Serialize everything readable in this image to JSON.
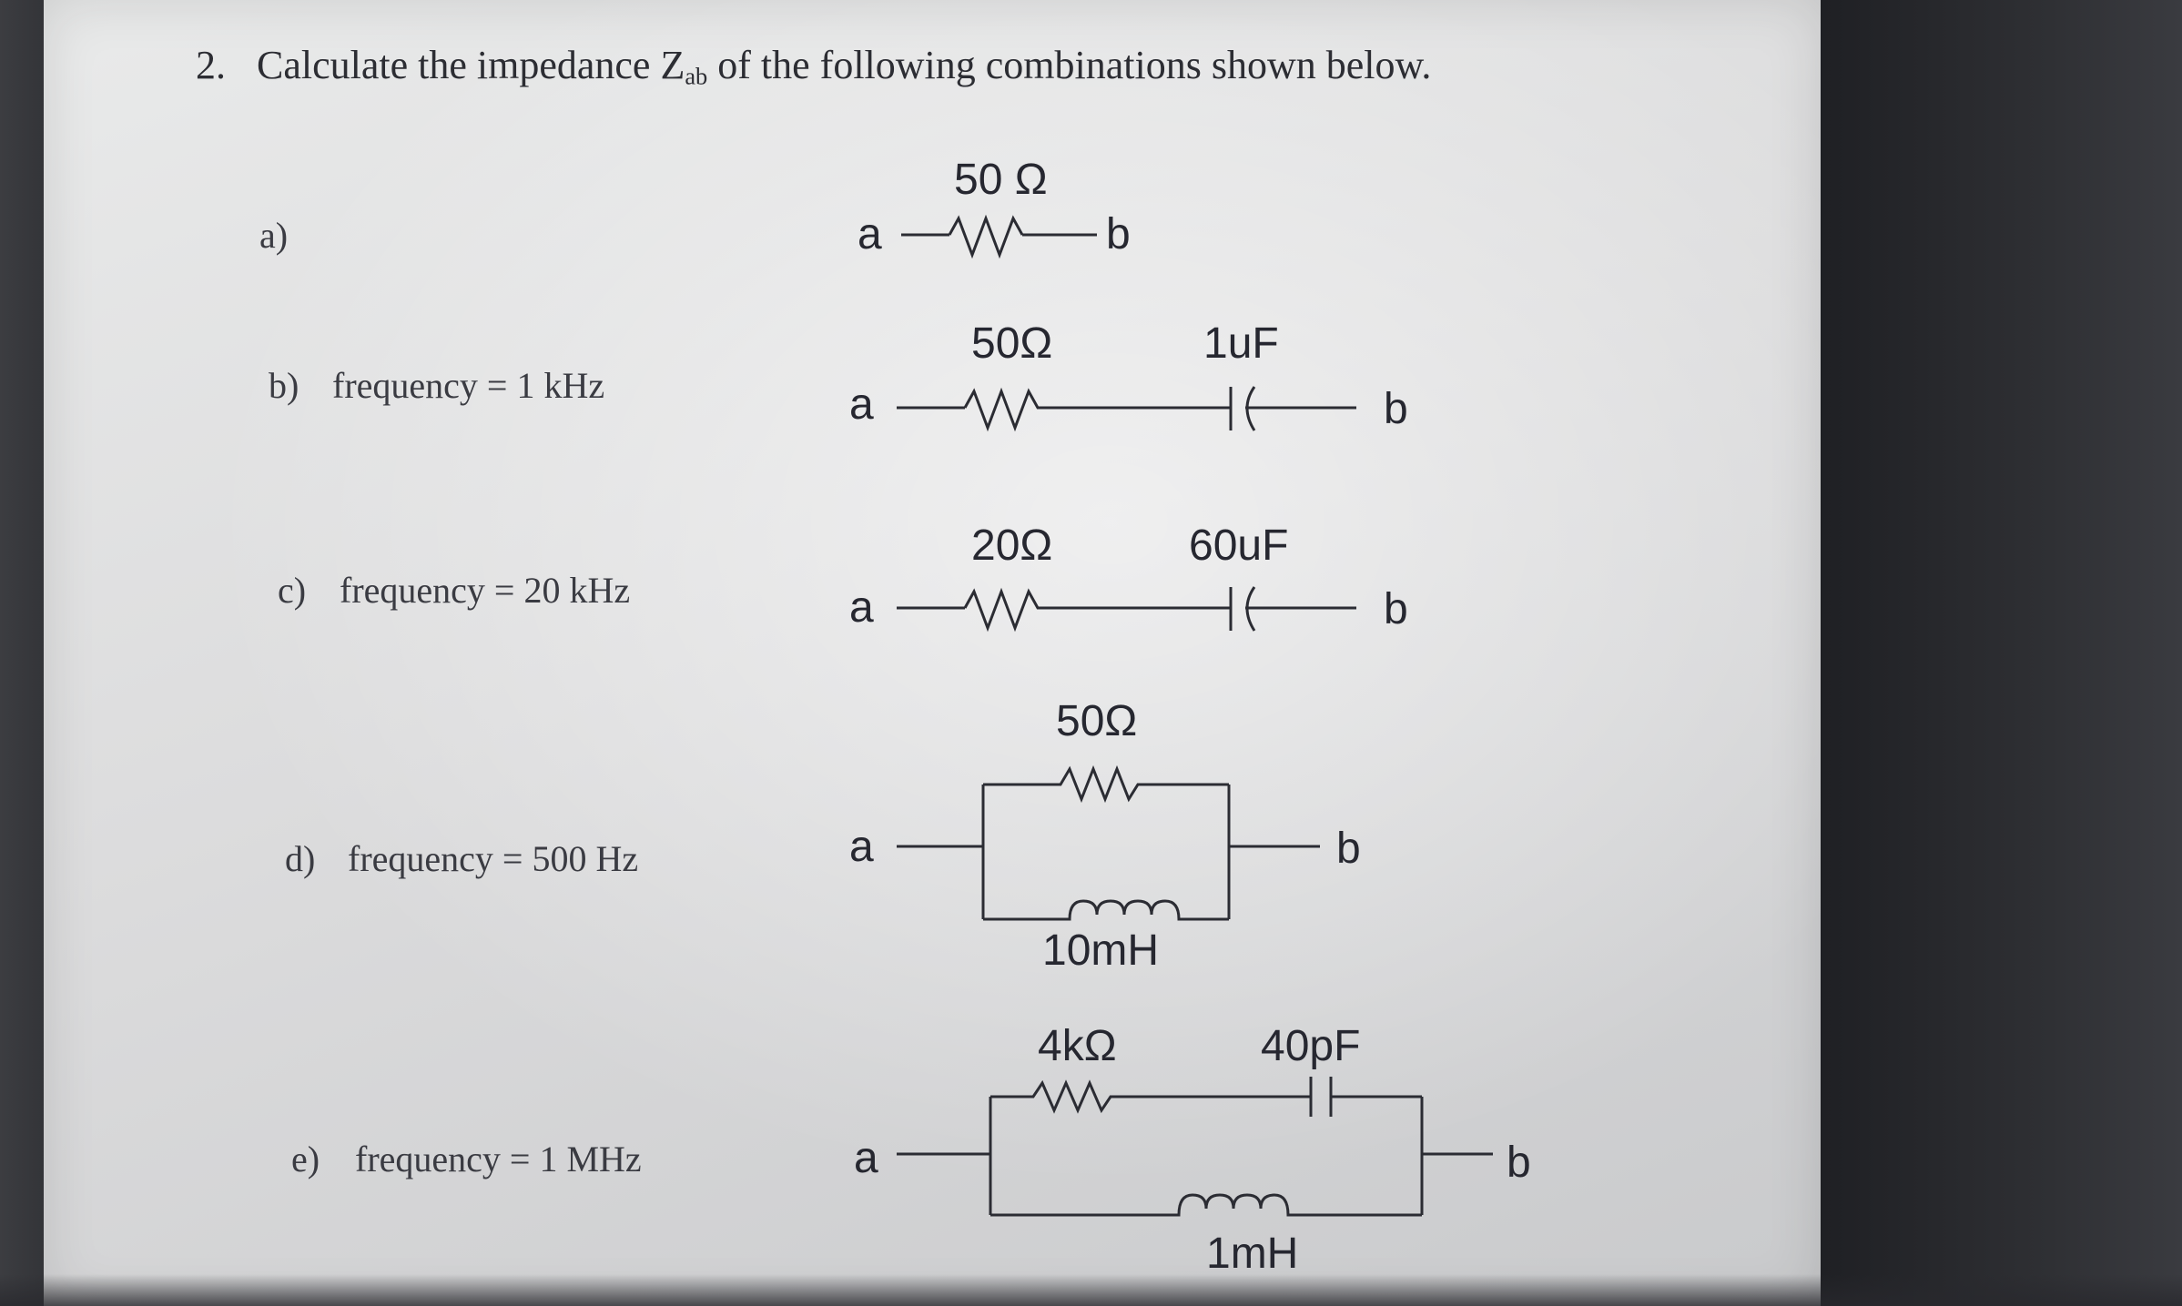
{
  "question": {
    "number": "2.",
    "title_before": "Calculate the impedance Z",
    "title_sub": "ab",
    "title_after": " of the following combinations shown below."
  },
  "items": [
    {
      "label": "a)",
      "frequency": "",
      "components": [
        "50 Ω"
      ],
      "terminals": [
        "a",
        "b"
      ]
    },
    {
      "label": "b)",
      "frequency": "frequency = 1 kHz",
      "components": [
        "50Ω",
        "1uF"
      ],
      "terminals": [
        "a",
        "b"
      ]
    },
    {
      "label": "c)",
      "frequency": "frequency = 20 kHz",
      "components": [
        "20Ω",
        "60uF"
      ],
      "terminals": [
        "a",
        "b"
      ]
    },
    {
      "label": "d)",
      "frequency": "frequency = 500 Hz",
      "components": [
        "50Ω",
        "10mH"
      ],
      "terminals": [
        "a",
        "b"
      ]
    },
    {
      "label": "e)",
      "frequency": "frequency = 1 MHz",
      "components": [
        "4kΩ",
        "40pF",
        "1mH"
      ],
      "terminals": [
        "a",
        "b"
      ]
    }
  ]
}
